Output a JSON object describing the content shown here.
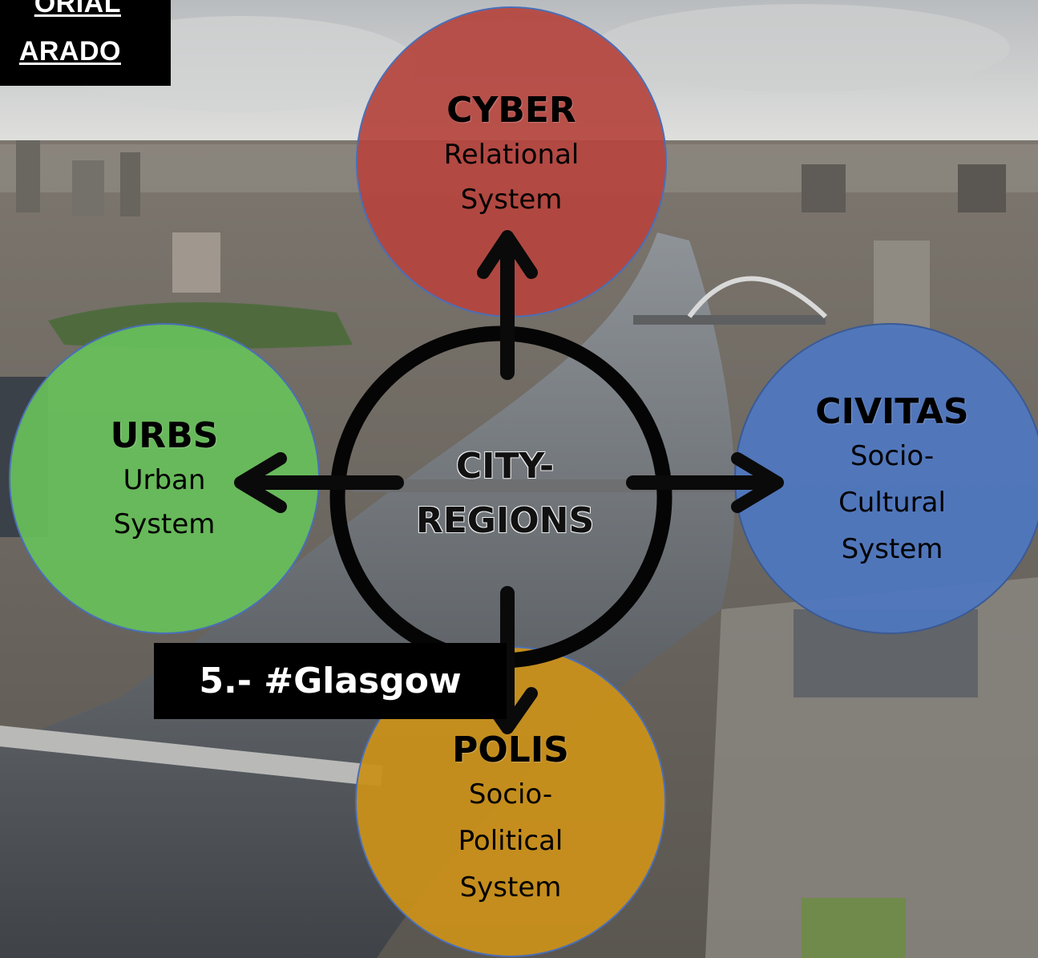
{
  "corner_label": {
    "line1": "ORIAL",
    "line2": "ARADO"
  },
  "center": {
    "line1": "CITY-",
    "line2": "REGIONS"
  },
  "nodes": {
    "cyber": {
      "title": "CYBER",
      "line1": "Relational",
      "line2": "System",
      "color": "#b5443e"
    },
    "urbs": {
      "title": "URBS",
      "line1": "Urban",
      "line2": "System",
      "color": "#67c05a"
    },
    "civitas": {
      "title": "CIVITAS",
      "line1": "Socio-",
      "line2": "Cultural",
      "line3": "System",
      "color": "#4f77bf"
    },
    "polis": {
      "title": "POLIS",
      "line1": "Socio-",
      "line2": "Political",
      "line3": "System",
      "color": "#c9901a"
    }
  },
  "caption": "5.- #Glasgow"
}
